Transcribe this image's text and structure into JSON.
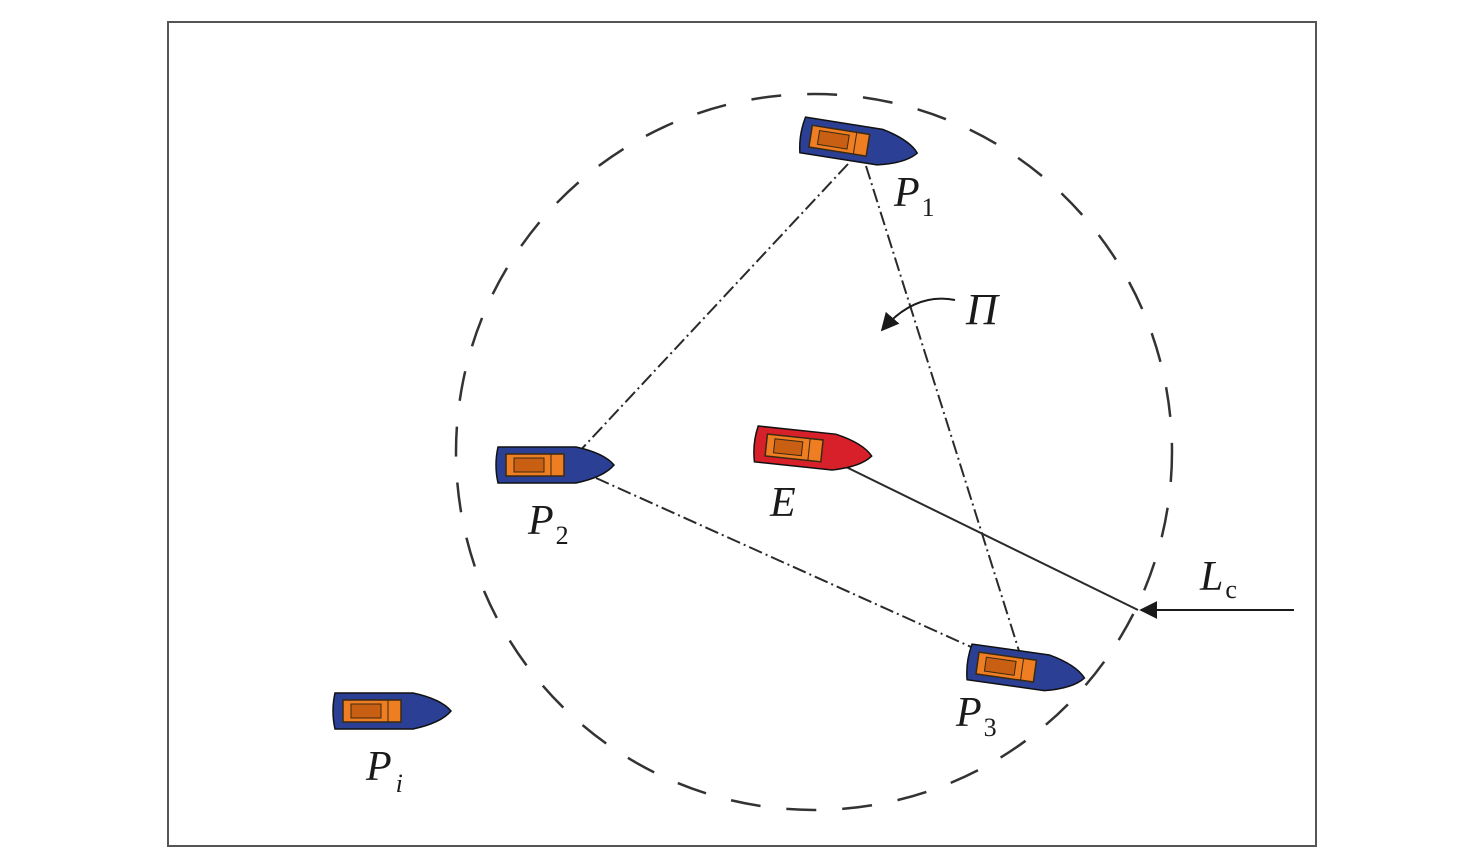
{
  "labels": {
    "p1": {
      "main": "P",
      "sub": "1"
    },
    "p2": {
      "main": "P",
      "sub": "2"
    },
    "p3": {
      "main": "P",
      "sub": "3"
    },
    "pi": {
      "main": "P",
      "sub": "i"
    },
    "e": {
      "main": "E"
    },
    "pi_region": {
      "main": "Π"
    },
    "lc": {
      "main": "L",
      "sub": "c"
    }
  },
  "colors": {
    "pursuer_hull": "#2b3f95",
    "evader_hull": "#d8202a",
    "cabin": "#ef7d22",
    "line": "#2a2a2a",
    "frame": "#555555"
  },
  "icons": {
    "pursuer": "pursuer-boat-icon",
    "evader": "evader-boat-icon",
    "arrow": "arrow-icon"
  }
}
